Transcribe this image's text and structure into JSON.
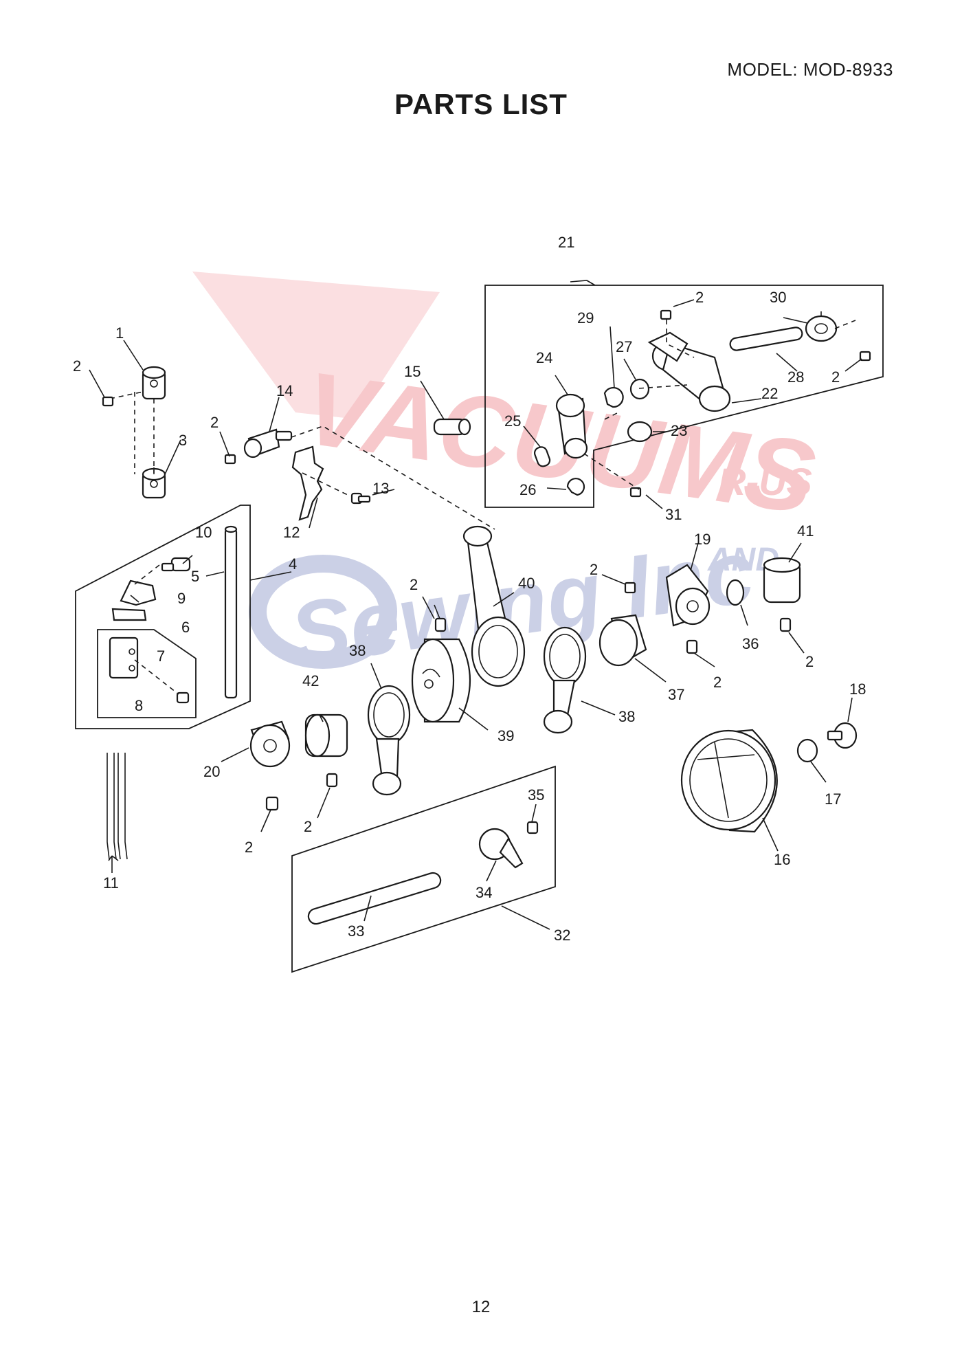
{
  "header": {
    "model": "MODEL: MOD-8933",
    "title": "PARTS LIST"
  },
  "footer": {
    "page_number": "12"
  },
  "watermark": {
    "line1": "VACUUMS",
    "line2": "R-US",
    "line3": "AND",
    "line4": "Sewing Inc",
    "colors": {
      "red": "#e8636b",
      "blue": "#6a78b8"
    }
  },
  "callouts": {
    "c1": "1",
    "c2": "2",
    "c3": "3",
    "c4": "4",
    "c5": "5",
    "c6": "6",
    "c7": "7",
    "c8": "8",
    "c9": "9",
    "c10": "10",
    "c11": "11",
    "c12": "12",
    "c13": "13",
    "c14": "14",
    "c15": "15",
    "c16": "16",
    "c17": "17",
    "c18": "18",
    "c19": "19",
    "c20": "20",
    "c21": "21",
    "c22": "22",
    "c23": "23",
    "c24": "24",
    "c25": "25",
    "c26": "26",
    "c27": "27",
    "c28": "28",
    "c29": "29",
    "c30": "30",
    "c31": "31",
    "c32": "32",
    "c33": "33",
    "c34": "34",
    "c35": "35",
    "c36": "36",
    "c37": "37",
    "c38": "38",
    "c39": "39",
    "c40": "40",
    "c41": "41",
    "c42": "42"
  }
}
